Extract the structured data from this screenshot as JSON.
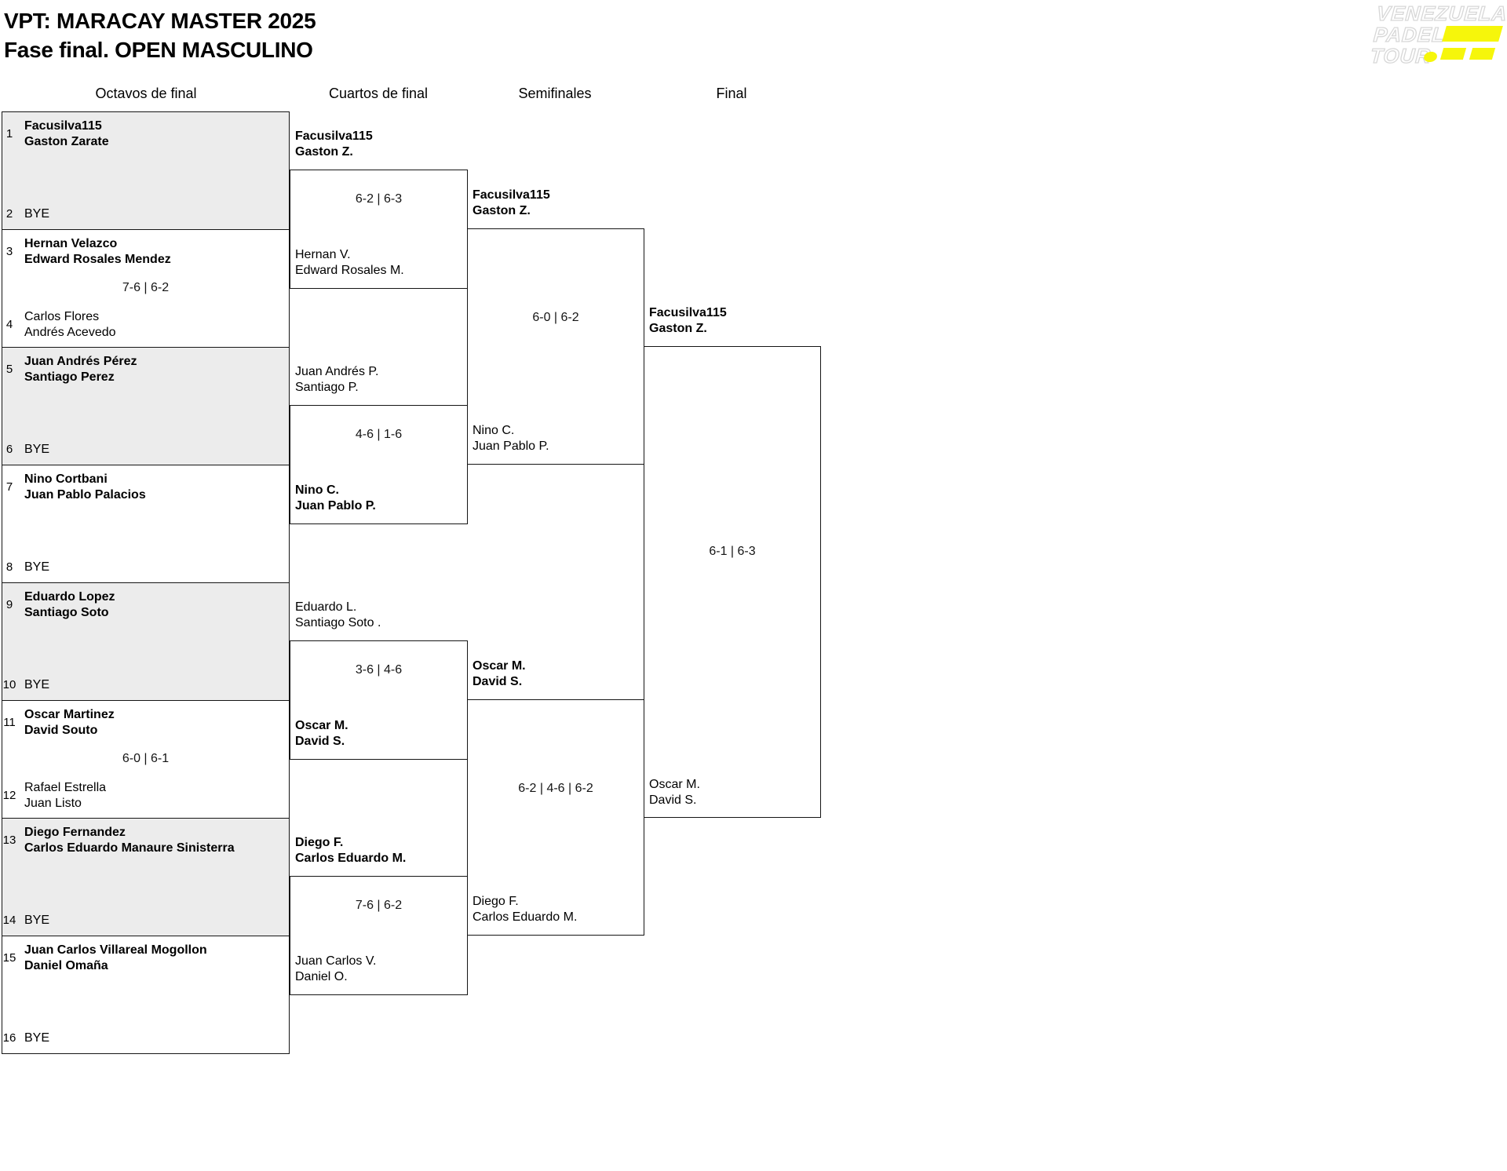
{
  "header": {
    "title": "VPT: MARACAY MASTER 2025",
    "subtitle": "Fase final. OPEN MASCULINO"
  },
  "logo": {
    "word1": "VENEZUELA",
    "word2": "PADEL",
    "word3": "TOUR",
    "accent_color": "#f6f60b"
  },
  "rounds": [
    "Octavos de final",
    "Cuartos de final",
    "Semifinales",
    "Final"
  ],
  "r16": {
    "slots": [
      {
        "seed": "1",
        "p1": "Facusilva115",
        "p2": "Gaston Zarate",
        "winner": true
      },
      {
        "seed": "2",
        "p1": "BYE",
        "winner": false
      },
      {
        "seed": "3",
        "p1": "Hernan Velazco",
        "p2": "Edward Rosales Mendez",
        "winner": true
      },
      {
        "seed": "4",
        "p1": "Carlos Flores",
        "p2": "Andrés Acevedo",
        "winner": false
      },
      {
        "seed": "5",
        "p1": "Juan Andrés Pérez",
        "p2": "Santiago Perez",
        "winner": true
      },
      {
        "seed": "6",
        "p1": "BYE",
        "winner": false
      },
      {
        "seed": "7",
        "p1": "Nino Cortbani",
        "p2": "Juan Pablo Palacios",
        "winner": true
      },
      {
        "seed": "8",
        "p1": "BYE",
        "winner": false
      },
      {
        "seed": "9",
        "p1": "Eduardo Lopez",
        "p2": "Santiago Soto",
        "winner": true
      },
      {
        "seed": "10",
        "p1": "BYE",
        "winner": false
      },
      {
        "seed": "11",
        "p1": "Oscar Martinez",
        "p2": "David Souto",
        "winner": true
      },
      {
        "seed": "12",
        "p1": "Rafael Estrella",
        "p2": "Juan Listo",
        "winner": false
      },
      {
        "seed": "13",
        "p1": "Diego Fernandez",
        "p2": "Carlos Eduardo Manaure Sinisterra",
        "winner": true
      },
      {
        "seed": "14",
        "p1": "BYE",
        "winner": false
      },
      {
        "seed": "15",
        "p1": "Juan Carlos Villareal Mogollon",
        "p2": "Daniel Omaña",
        "winner": true
      },
      {
        "seed": "16",
        "p1": "BYE",
        "winner": false
      }
    ],
    "scores": {
      "match_3_4": "7-6 | 6-2",
      "match_11_12": "6-0 | 6-1"
    }
  },
  "quarterfinals": {
    "teams": [
      {
        "p1": "Facusilva115",
        "p2": "Gaston Z.",
        "winner": true
      },
      {
        "p1": "Hernan V.",
        "p2": "Edward Rosales M.",
        "winner": false
      },
      {
        "p1": "Juan Andrés P.",
        "p2": "Santiago P.",
        "winner": false
      },
      {
        "p1": "Nino C.",
        "p2": "Juan Pablo P.",
        "winner": true
      },
      {
        "p1": "Eduardo L.",
        "p2": "Santiago Soto .",
        "winner": false
      },
      {
        "p1": "Oscar M.",
        "p2": "David S.",
        "winner": true
      },
      {
        "p1": "Diego F.",
        "p2": "Carlos Eduardo M.",
        "winner": true
      },
      {
        "p1": "Juan Carlos V.",
        "p2": "Daniel O.",
        "winner": false
      }
    ],
    "scores": [
      "6-2 | 6-3",
      "4-6 | 1-6",
      "3-6 | 4-6",
      "7-6 | 6-2"
    ]
  },
  "semifinals": {
    "teams": [
      {
        "p1": "Facusilva115",
        "p2": "Gaston Z.",
        "winner": true
      },
      {
        "p1": "Nino C.",
        "p2": "Juan Pablo P.",
        "winner": false
      },
      {
        "p1": "Oscar M.",
        "p2": "David S.",
        "winner": true
      },
      {
        "p1": "Diego F.",
        "p2": "Carlos Eduardo M.",
        "winner": false
      }
    ],
    "scores": [
      "6-0 | 6-2",
      "6-2 | 4-6 | 6-2"
    ]
  },
  "final": {
    "teams": [
      {
        "p1": "Facusilva115",
        "p2": "Gaston Z.",
        "winner": true
      },
      {
        "p1": "Oscar M.",
        "p2": "David S.",
        "winner": false
      }
    ],
    "score": "6-1 | 6-3"
  }
}
